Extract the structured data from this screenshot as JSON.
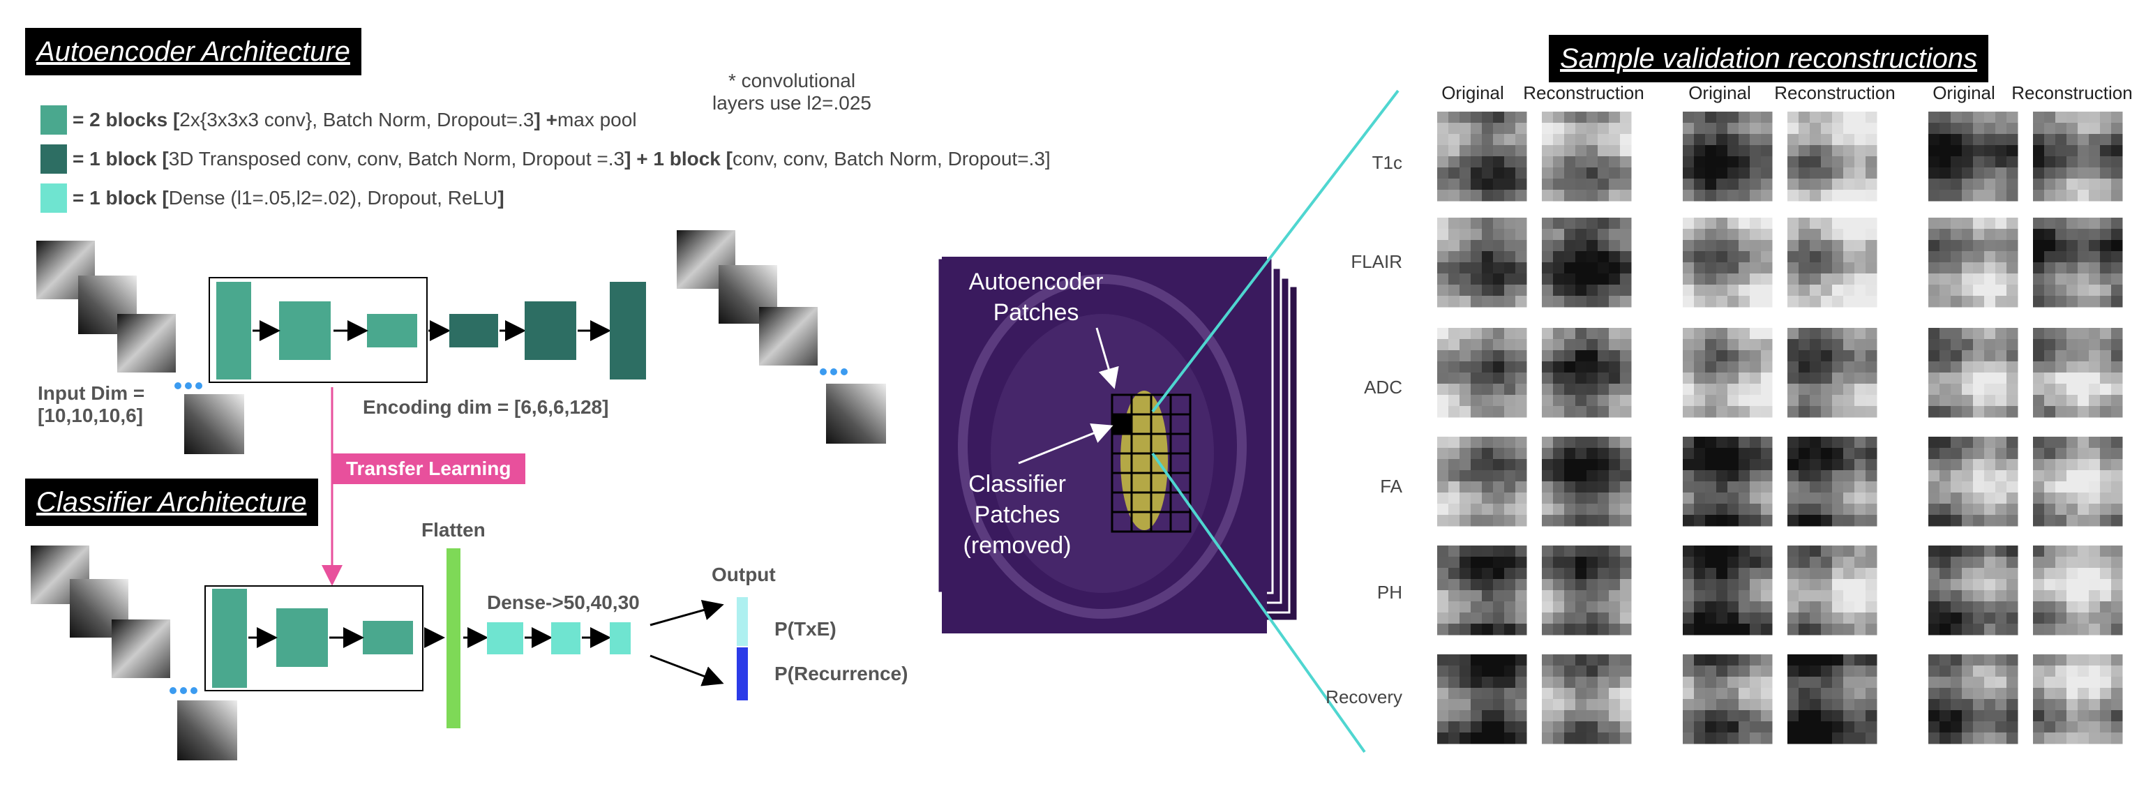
{
  "autoencoder_title": "Autoencoder Architecture",
  "classifier_title": "Classifier Architecture",
  "validation_title": "Sample validation reconstructions",
  "conv_note": "* convolutional\nlayers use l2=.025",
  "legend": [
    {
      "color": "#4aa88e",
      "bold1": "= 2 blocks [",
      "text1": "2x{3x3x3 conv}, Batch Norm, Dropout=.3",
      "bold2": "] + ",
      "text2": "max pool"
    },
    {
      "color": "#2d6e63",
      "bold1": "= 1 block [",
      "text1": "3D Transposed conv, conv, Batch Norm, Dropout =.3",
      "bold2": "] + 1 block [",
      "text2": " conv, conv, Batch Norm, Dropout=.3]"
    },
    {
      "color": "#6fe4d0",
      "bold1": "= 1 block [",
      "text1": "Dense (l1=.05,l2=.02), Dropout, ReLU",
      "bold2": "]",
      "text2": ""
    }
  ],
  "input_dim_label": "Input Dim =\n[10,10,10,6]",
  "encoding_dim_label": "Encoding dim = [6,6,6,128]",
  "transfer_learning_label": "Transfer Learning",
  "flatten_label": "Flatten",
  "dense_label": "Dense->50,40,30",
  "output_label": "Output",
  "output_txe": "P(TxE)",
  "output_recurrence": "P(Recurrence)",
  "mri_autoencoder_label": "Autoencoder\nPatches",
  "mri_classifier_label": "Classifier\nPatches\n(removed)",
  "columns": [
    "Original",
    "Reconstruction",
    "Original",
    "Reconstruction",
    "Original",
    "Reconstruction"
  ],
  "rows": [
    "T1c",
    "FLAIR",
    "ADC",
    "FA",
    "PH",
    "Recovery"
  ],
  "colors": {
    "encoder_block": "#4aa88e",
    "decoder_block": "#2d6e63",
    "dense_block": "#6fe4d0",
    "flatten_bar": "#7ed957",
    "transfer_learning": "#e8509c",
    "output_txe": "#aef0f0",
    "output_recurrence": "#2b3be8",
    "mri_background": "#3a1a5e"
  }
}
